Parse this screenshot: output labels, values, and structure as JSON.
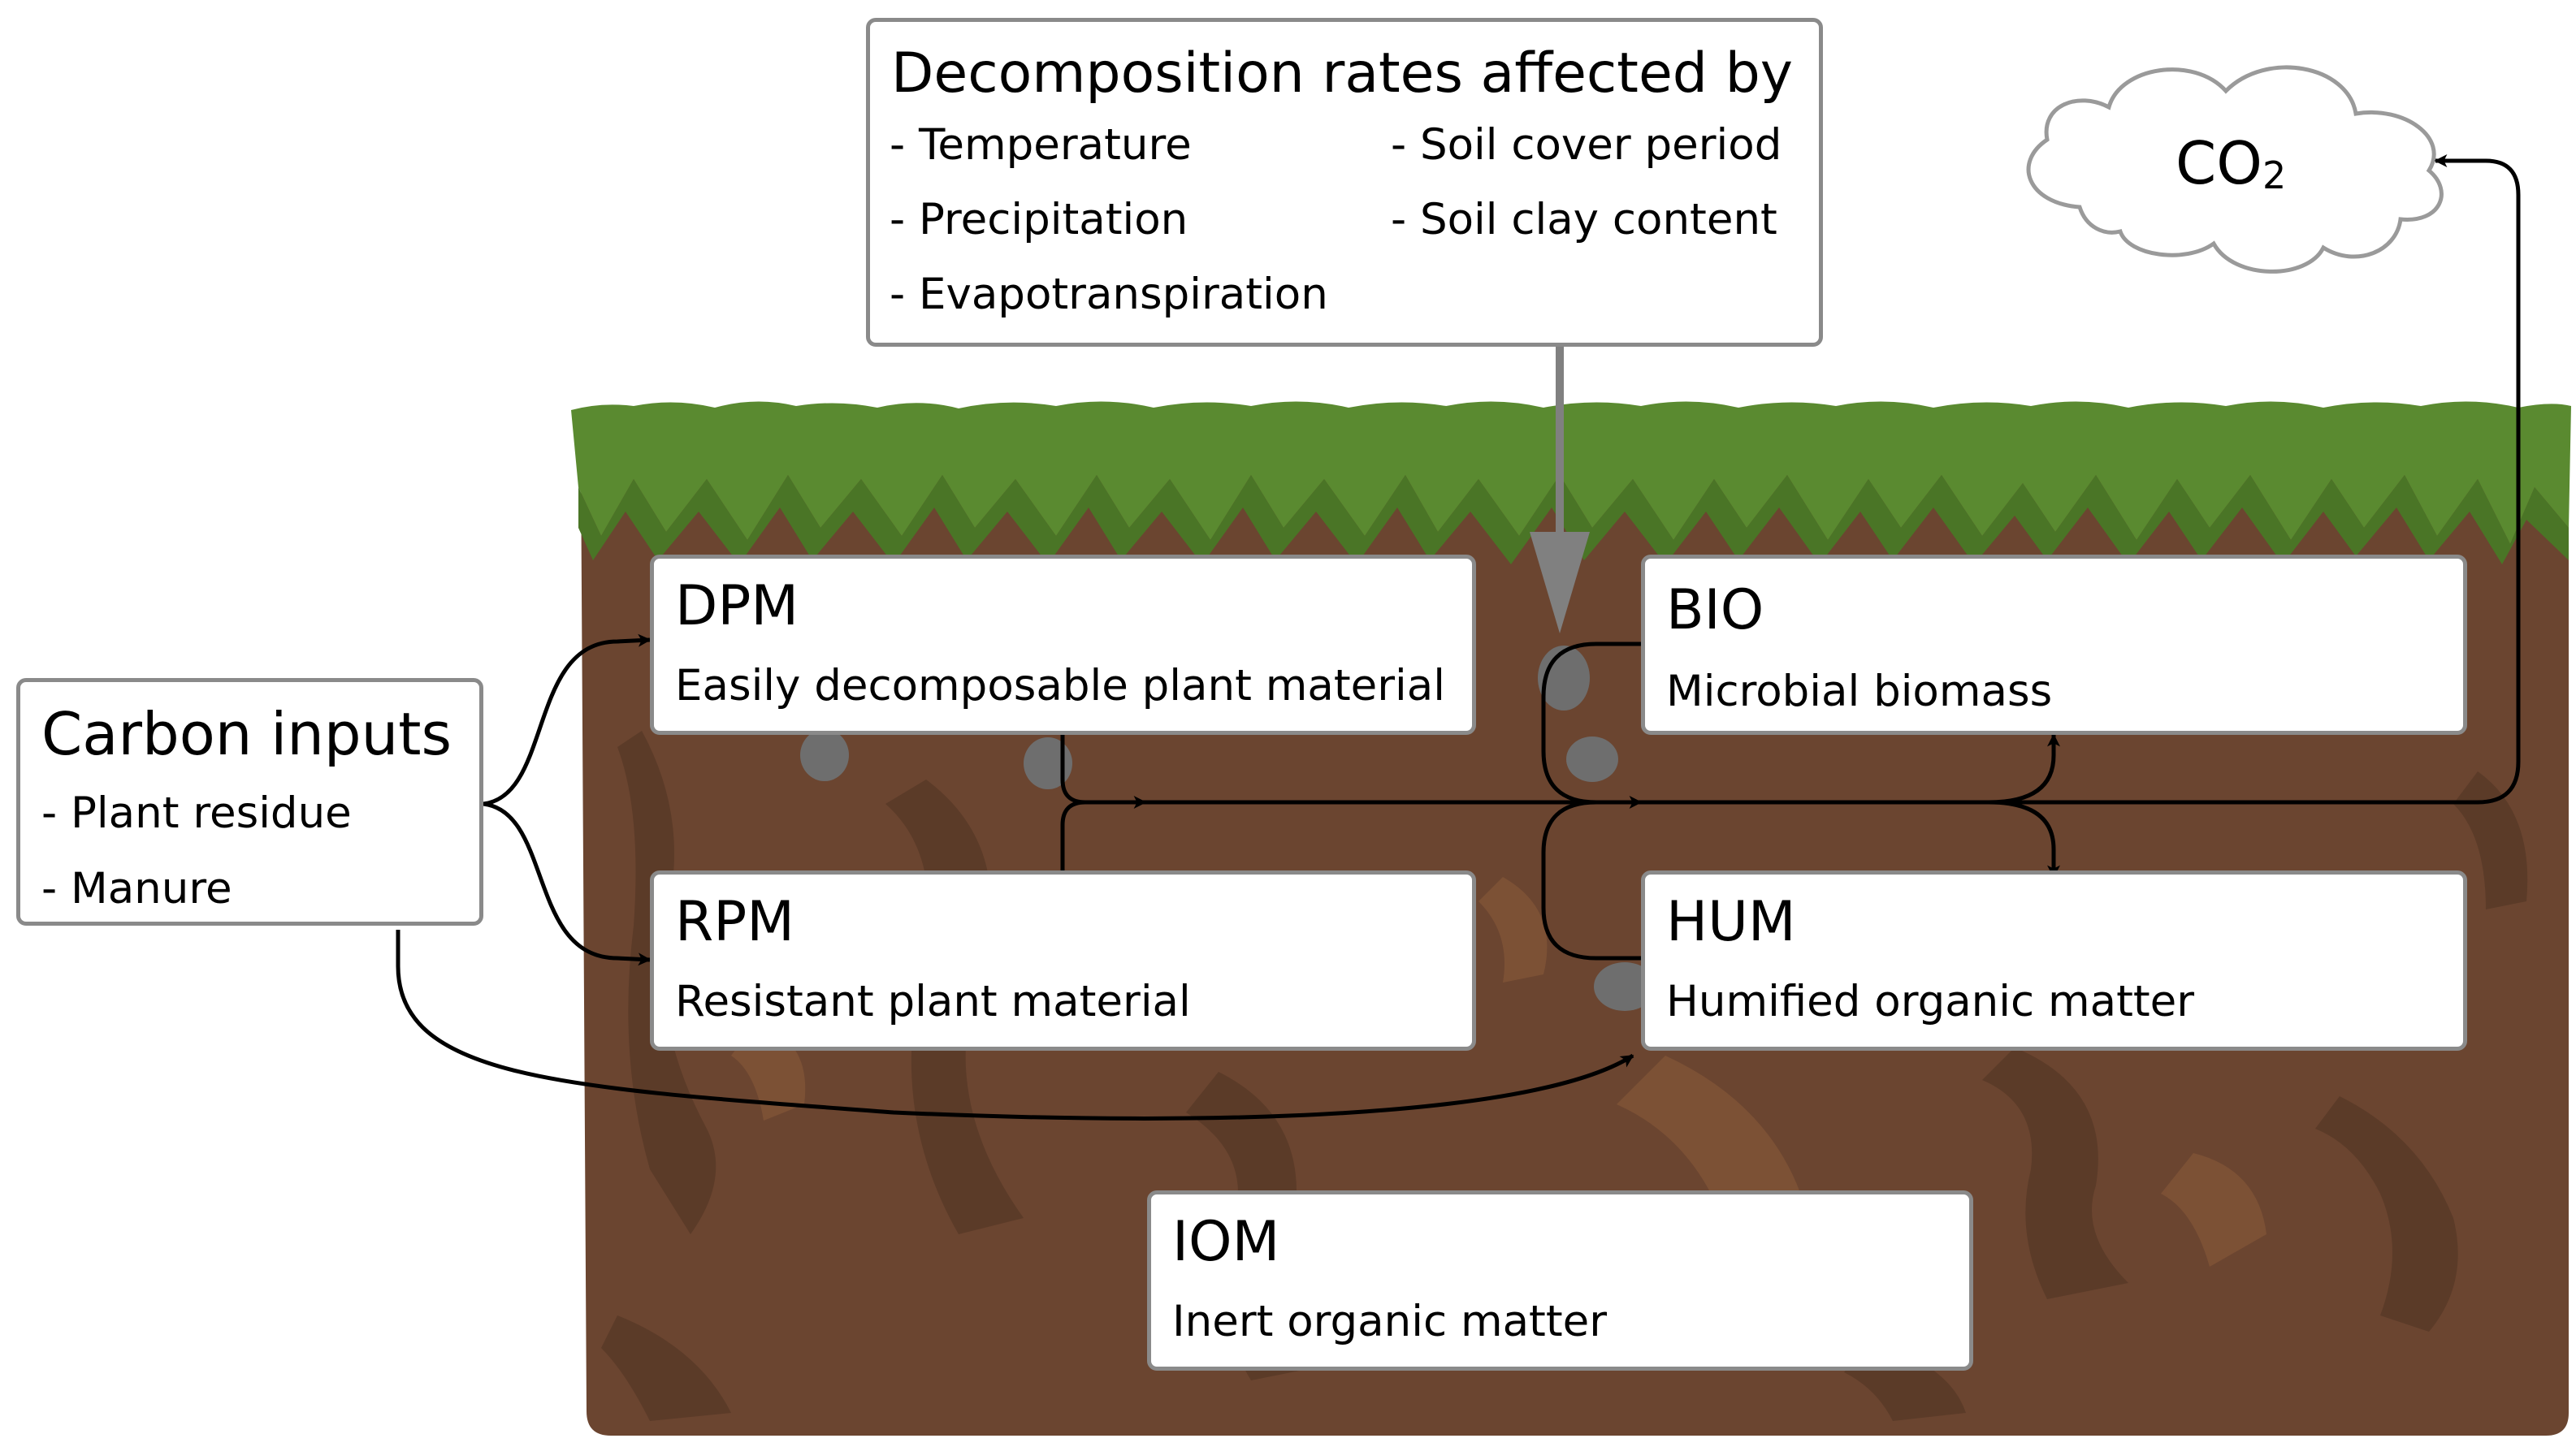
{
  "factors_box": {
    "title": "Decomposition rates affected by",
    "items": [
      "- Temperature",
      "- Precipitation",
      "- Evapotranspiration",
      "- Soil cover period",
      "- Soil clay content"
    ]
  },
  "carbon_inputs": {
    "title": "Carbon inputs",
    "items": [
      "- Plant residue",
      "- Manure"
    ]
  },
  "pools": {
    "dpm": {
      "code": "DPM",
      "description": "Easily decomposable plant material"
    },
    "rpm": {
      "code": "RPM",
      "description": "Resistant plant material"
    },
    "bio": {
      "code": "BIO",
      "description": "Microbial biomass"
    },
    "hum": {
      "code": "HUM",
      "description": "Humified organic matter"
    },
    "iom": {
      "code": "IOM",
      "description": "Inert organic matter"
    }
  },
  "co2": {
    "base": "CO",
    "subscript": "2"
  },
  "colors": {
    "soil": "#6b4530",
    "soil_dark": "#5a3a28",
    "soil_light": "#7e5236",
    "grass": "#5a8a30",
    "grass_dark": "#4a7526",
    "box_border": "#8a8a8a",
    "stone": "#6e6e6e",
    "arrow": "#000000",
    "factor_arrow": "#808080"
  }
}
